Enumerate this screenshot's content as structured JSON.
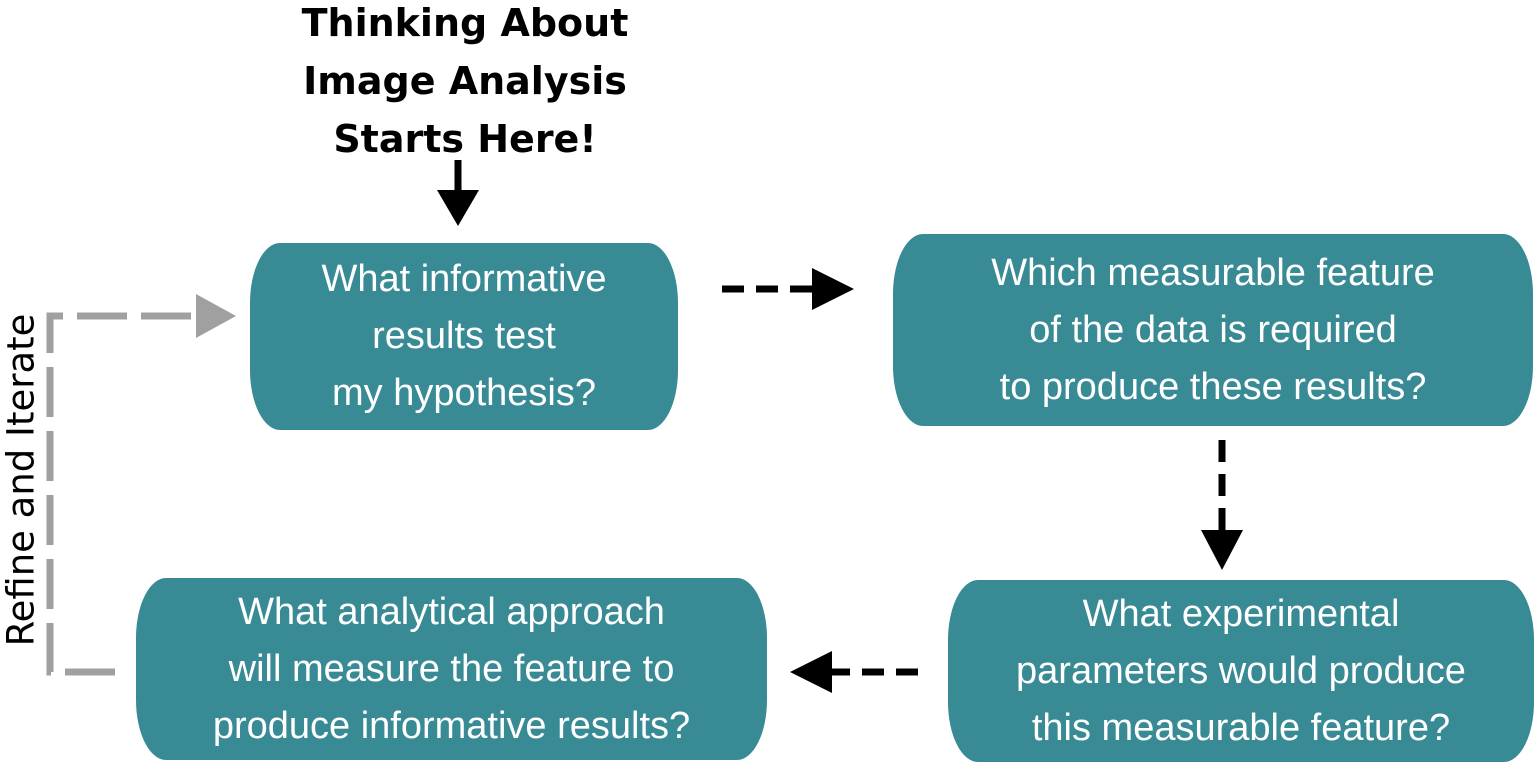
{
  "title": {
    "line1": "Thinking About",
    "line2": "Image Analysis",
    "line3": "Starts Here!"
  },
  "boxes": {
    "hypothesis": {
      "line1": "What informative",
      "line2": "results test",
      "line3": "my hypothesis?"
    },
    "feature": {
      "line1": "Which measurable feature",
      "line2": "of the data is required",
      "line3": "to produce these results?"
    },
    "parameters": {
      "line1": "What experimental",
      "line2": "parameters would produce",
      "line3": "this measurable feature?"
    },
    "approach": {
      "line1": "What analytical approach",
      "line2": "will measure the feature to",
      "line3": "produce informative results?"
    }
  },
  "loop_label": "Refine and Iterate",
  "colors": {
    "box": "#388b95",
    "box_text": "#ffffff",
    "arrow": "#000000",
    "loop_arrow": "#a0a0a0"
  }
}
